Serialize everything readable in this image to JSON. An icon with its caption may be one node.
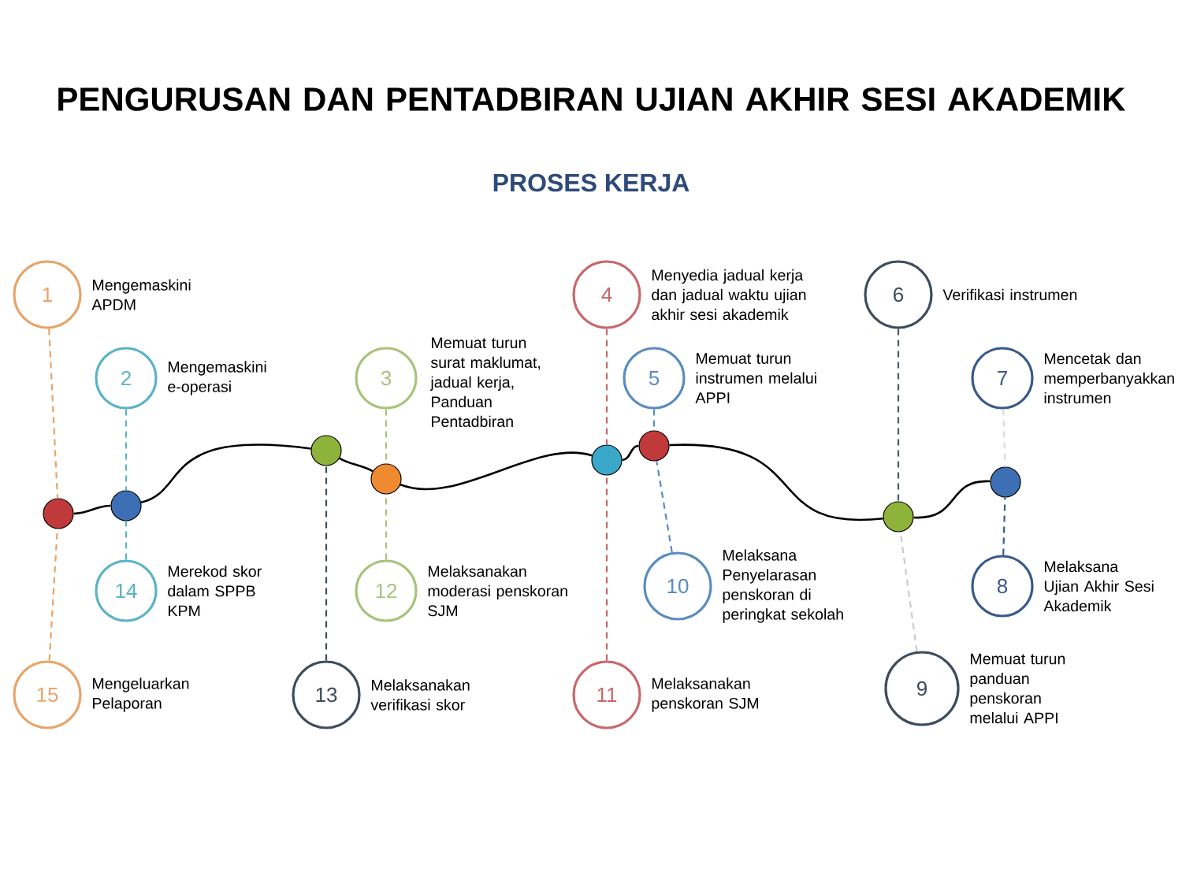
{
  "diagram": {
    "title": "PENGURUSAN DAN PENTADBIRAN UJIAN AKHIR SESI AKADEMIK",
    "nodes": [
      {
        "text": [
          "1"
        ],
        "beside": [
          "Mengemaskini APDM"
        ]
      },
      {
        "text": [
          "2"
        ],
        "beside": [
          "Mengemaskini e-operasi"
        ]
      },
      {
        "text": [
          "3"
        ],
        "beside": [
          "Memuat turun surat maklumat, jadual kerja, Panduan Pentadbiran"
        ]
      },
      {
        "text": [
          "4"
        ],
        "beside": [
          "Menyedia jadual kerja dan jadual waktu ujian akhir sesi akademik"
        ]
      },
      {
        "text": [
          "5"
        ],
        "beside": [
          "Memuat turun instrumen melalui APPI"
        ]
      },
      {
        "text": [
          "6"
        ],
        "beside": [
          "Verifikasi instrumen"
        ]
      },
      {
        "text": [
          "7"
        ],
        "beside": [
          "Mencetak dan memperbanyakkan instrumen"
        ]
      },
      {
        "text": [
          "8"
        ],
        "beside": [
          "Melaksana Ujian Akhir Sesi Akademik"
        ]
      },
      {
        "text": [
          "9"
        ],
        "beside": [
          "Memuat turun panduan penskoran melalui APPI"
        ]
      },
      {
        "text": [
          "10"
        ],
        "beside": [
          "Melaksana Penyelarasan penskoran di peringkat sekolah"
        ]
      },
      {
        "text": [
          "11"
        ],
        "beside": [
          "Melaksanakan penskoran SJM"
        ]
      },
      {
        "text": [
          "12"
        ],
        "beside": [
          "Melaksanakan moderasi penskoran SJM"
        ]
      },
      {
        "text": [
          "13"
        ],
        "beside": [
          "Melaksanakan verifikasi skor"
        ]
      },
      {
        "text": [
          "14"
        ],
        "beside": [
          "Merekod skor dalam SPPB KPM"
        ]
      },
      {
        "text": [
          "15"
        ],
        "beside": [
          "Mengeluarkan Pelaporan"
        ]
      },
      {
        "text": [],
        "shape": "circle"
      },
      {
        "text": [],
        "shape": "circle"
      },
      {
        "text": [],
        "shape": "circle"
      },
      {
        "text": [],
        "shape": "circle"
      },
      {
        "text": [],
        "shape": "circle"
      },
      {
        "text": [],
        "shape": "circle"
      },
      {
        "text": [],
        "shape": "circle"
      },
      {
        "text": [],
        "shape": "circle"
      }
    ],
    "edges": [
      {
        "from": 15,
        "to": 16,
        "arrow": "none"
      },
      {
        "from": 16,
        "to": 17,
        "arrow": "none"
      },
      {
        "from": 17,
        "to": 18,
        "arrow": "none"
      },
      {
        "from": 18,
        "to": 19,
        "arrow": "none"
      },
      {
        "from": 19,
        "to": 20,
        "arrow": "none"
      },
      {
        "from": 20,
        "to": 21,
        "arrow": "none"
      },
      {
        "from": 21,
        "to": 22,
        "arrow": "none"
      },
      {
        "from": 0,
        "to": 15,
        "arrow": "none",
        "style": "dashed",
        "color": "#e8a468"
      },
      {
        "from": 14,
        "to": 15,
        "arrow": "none",
        "style": "dashed",
        "color": "#e8a468"
      },
      {
        "from": 1,
        "to": 16,
        "arrow": "none",
        "style": "dashed",
        "color": "#5bb3c6"
      },
      {
        "from": 13,
        "to": 16,
        "arrow": "none",
        "style": "dashed",
        "color": "#5bb3c6"
      },
      {
        "from": 12,
        "to": 17,
        "arrow": "none",
        "style": "dashed",
        "color": "#3e4c5c"
      },
      {
        "from": 2,
        "to": 18,
        "arrow": "none",
        "style": "dashed",
        "color": "#a9c27a"
      },
      {
        "from": 11,
        "to": 18,
        "arrow": "none",
        "style": "dashed",
        "color": "#a9c27a"
      },
      {
        "from": 3,
        "to": 19,
        "arrow": "none",
        "style": "dashed",
        "color": "#c8686c"
      },
      {
        "from": 10,
        "to": 19,
        "arrow": "none",
        "style": "dashed",
        "color": "#c8686c"
      },
      {
        "from": 4,
        "to": 20,
        "arrow": "none",
        "style": "dashed",
        "color": "#5a8cbf"
      },
      {
        "from": 9,
        "to": 20,
        "arrow": "none",
        "style": "dashed",
        "color": "#5a8cbf"
      },
      {
        "from": 5,
        "to": 21,
        "arrow": "none",
        "style": "dashed",
        "color": "#4a5a6a"
      },
      {
        "from": 8,
        "to": 21,
        "arrow": "none",
        "style": "dashed",
        "color": "#c8ccd0"
      },
      {
        "from": 6,
        "to": 22,
        "arrow": "none",
        "style": "dashed",
        "color": "#d8dce0"
      },
      {
        "from": 7,
        "to": 22,
        "arrow": "none",
        "style": "dashed",
        "color": "#3a5a8a"
      }
    ],
    "labels": [
      "PROSES KERJA"
    ]
  }
}
